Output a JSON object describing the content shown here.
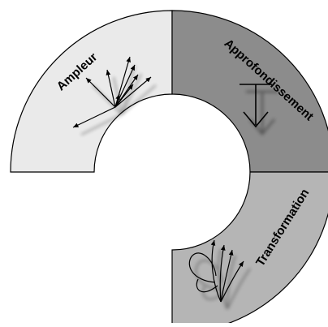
{
  "diagram": {
    "segments": [
      {
        "label": "Ampleur",
        "fill": "#eaeaea",
        "icon": "radiating-arrows-icon"
      },
      {
        "label": "Approfondissement",
        "fill": "#8c8c8c",
        "icon": "down-arrow-icon"
      },
      {
        "label": "Transformation",
        "fill": "#b5b5b5",
        "icon": "branching-arrows-icon"
      }
    ],
    "outline_color": "#000000"
  }
}
